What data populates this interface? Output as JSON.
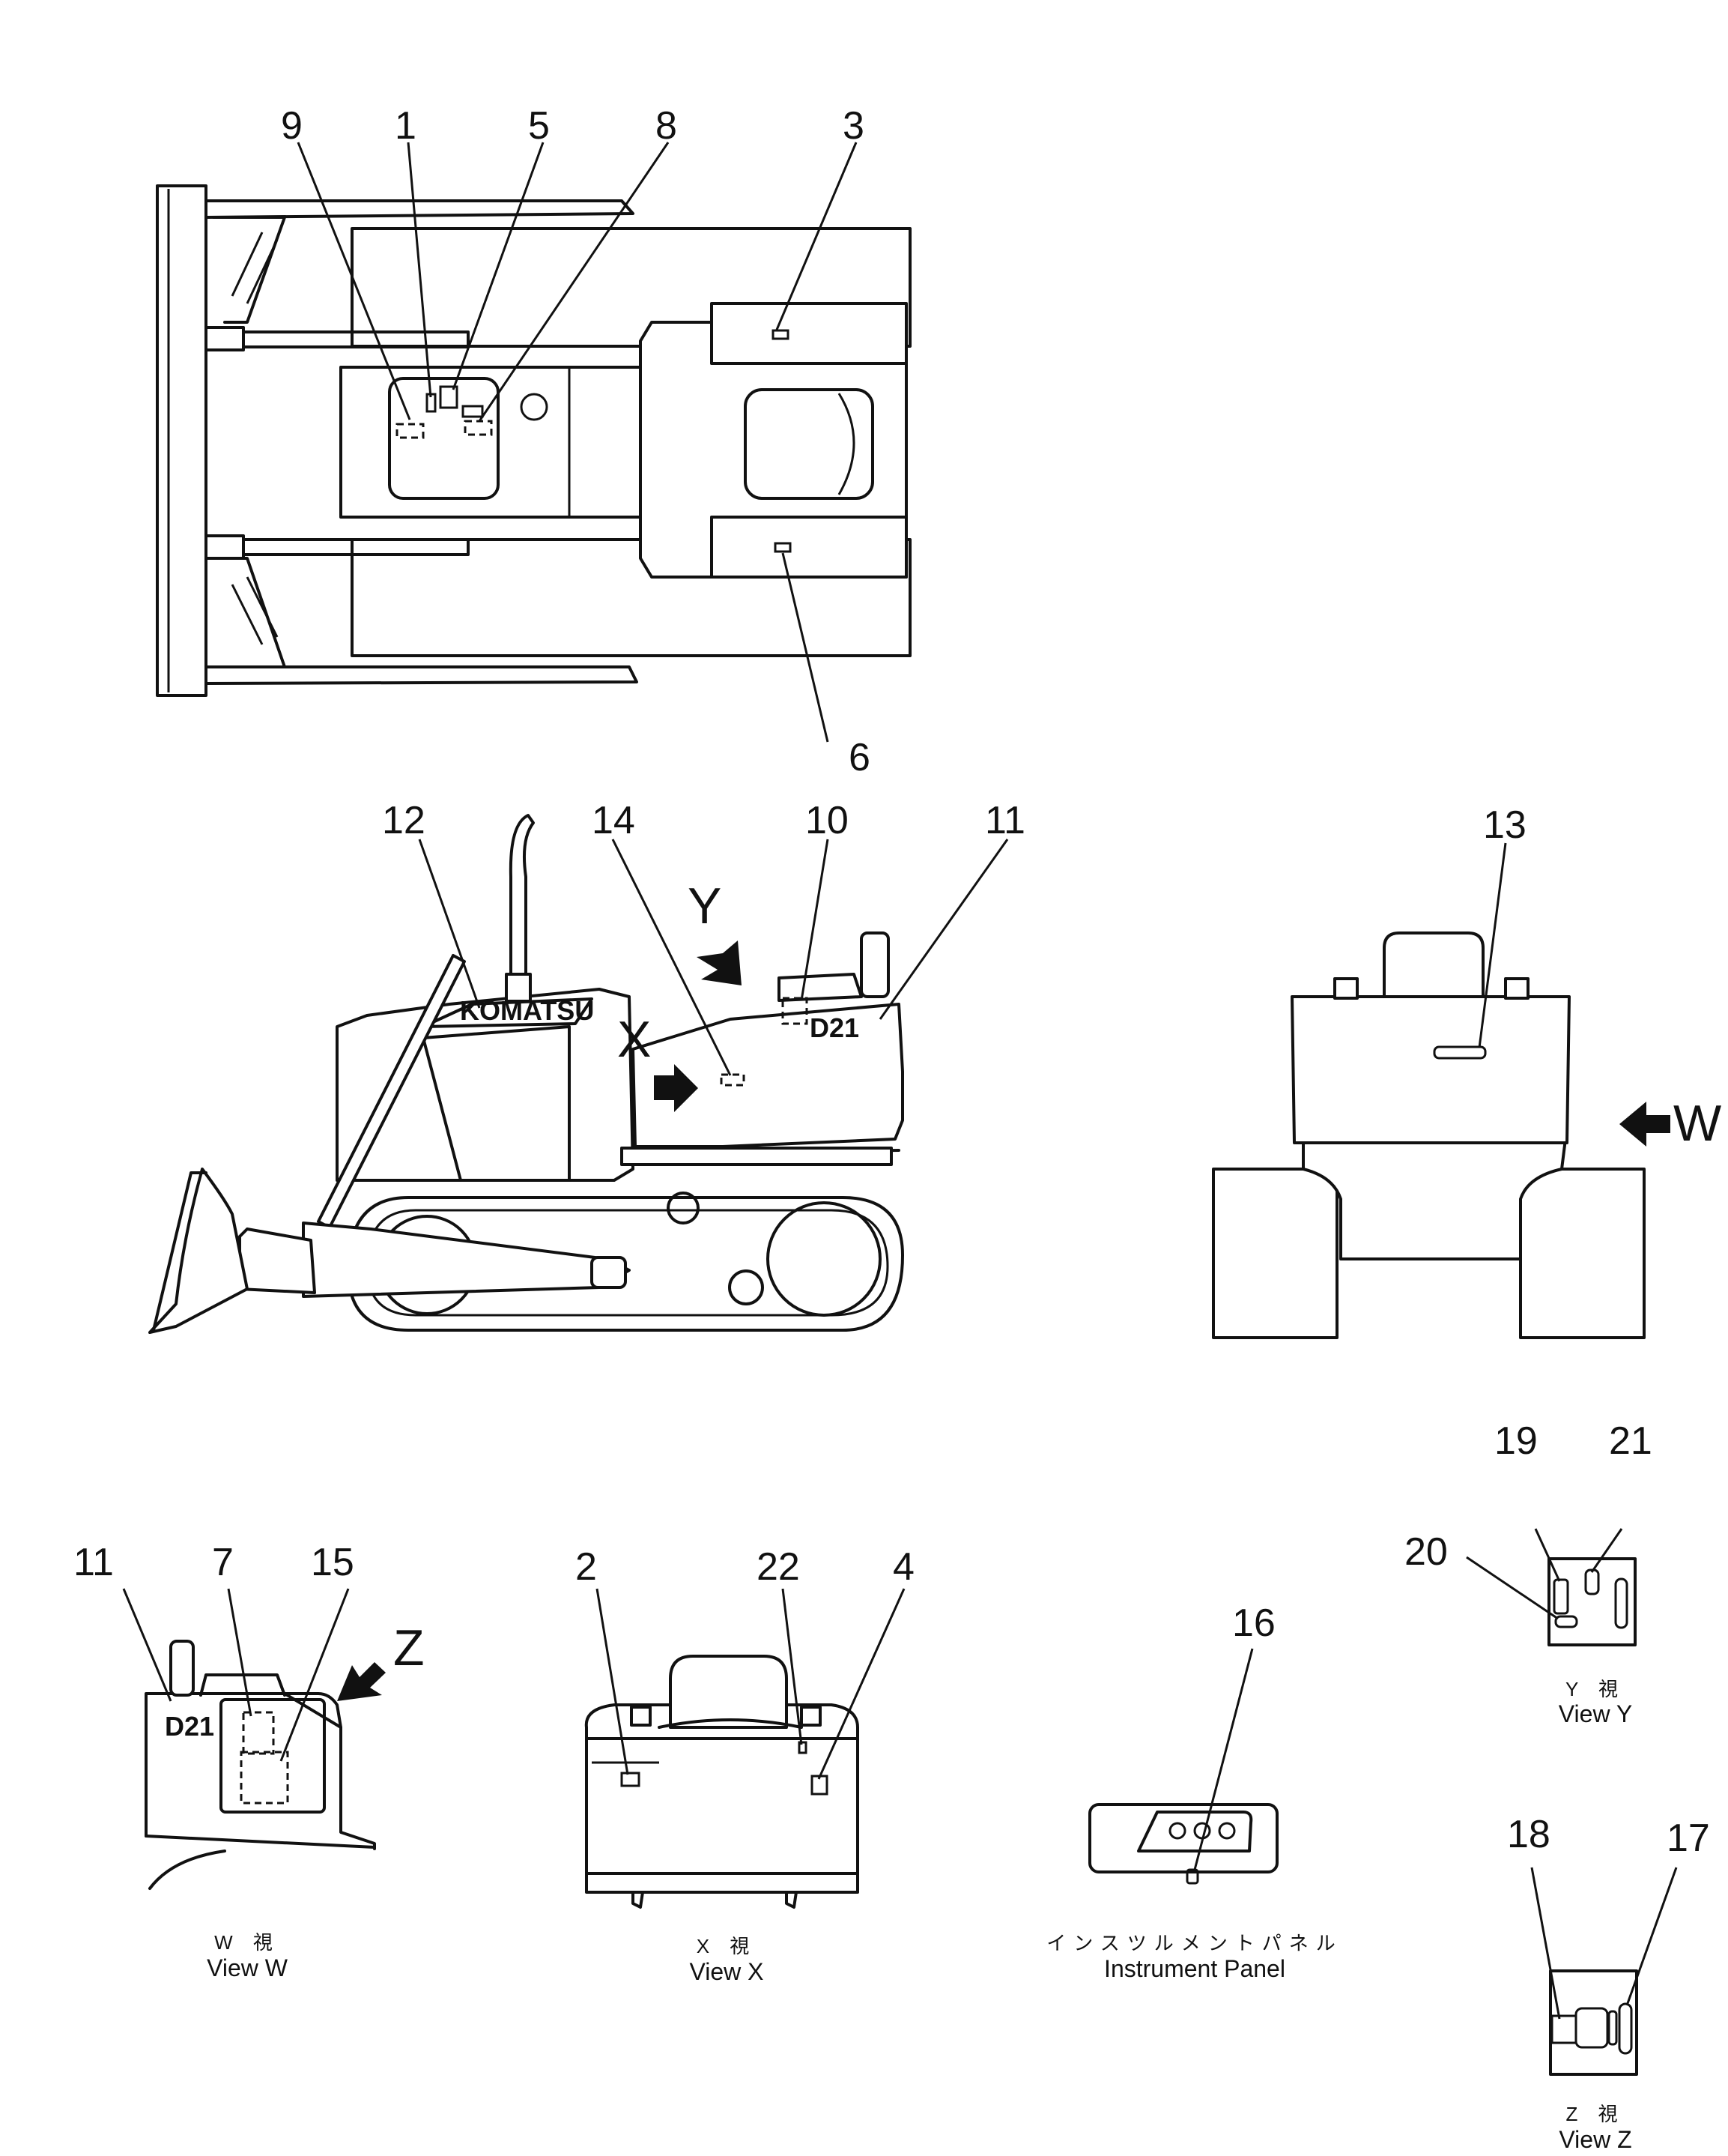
{
  "callouts": {
    "c9": "9",
    "c1": "1",
    "c5": "5",
    "c8": "8",
    "c3": "3",
    "c6": "6",
    "c12": "12",
    "c14": "14",
    "c10": "10",
    "c11a": "11",
    "c13": "13",
    "c19": "19",
    "c21": "21",
    "c20": "20",
    "c11b": "11",
    "c7": "7",
    "c15": "15",
    "c2": "2",
    "c22": "22",
    "c4": "4",
    "c16": "16",
    "c18": "18",
    "c17": "17"
  },
  "view_letters": {
    "y": "Y",
    "x": "X",
    "w": "W",
    "z": "Z"
  },
  "plate_marks": {
    "side": "D21",
    "view_w": "D21",
    "brand": "KOMATSU"
  },
  "captions": {
    "view_w_jp": "W 視",
    "view_w_en": "View W",
    "view_x_jp": "X 視",
    "view_x_en": "View X",
    "panel_jp": "インスツルメントパネル",
    "panel_en": "Instrument Panel",
    "view_y_jp": "Y 視",
    "view_y_en": "View Y",
    "view_z_jp": "Z 視",
    "view_z_en": "View Z"
  }
}
